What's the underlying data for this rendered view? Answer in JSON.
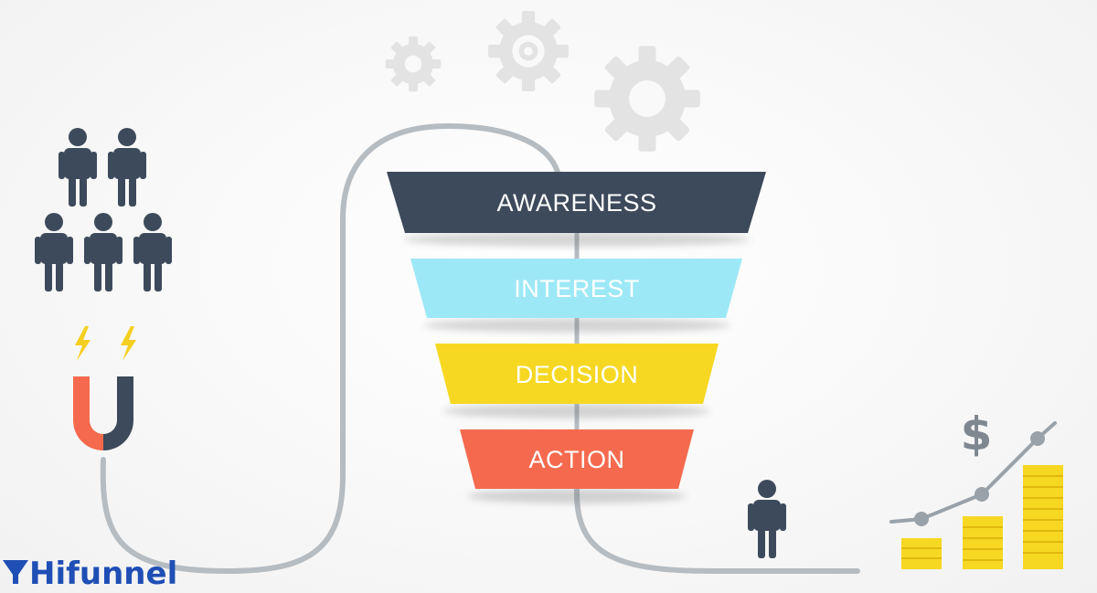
{
  "diagram": {
    "stages": [
      {
        "id": "awareness",
        "label": "AWARENESS",
        "color": "#3d4a5b"
      },
      {
        "id": "interest",
        "label": "INTEREST",
        "color": "#9de8f7"
      },
      {
        "id": "decision",
        "label": "DECISION",
        "color": "#f6d823"
      },
      {
        "id": "action",
        "label": "ACTION",
        "color": "#f56a4e"
      }
    ],
    "currency_symbol": "$",
    "colors": {
      "figure": "#3d4a5b",
      "path": "#b5bcc2",
      "gear": "#e3e3e3",
      "bolt": "#f5cf1f",
      "magnet_red": "#f56a4e",
      "magnet_dark": "#3d4a5b",
      "coin": "#f6d823",
      "coin_line": "#e0b90f",
      "growth_line": "#9aa2a9"
    }
  },
  "brand": {
    "name": "Hifunnel",
    "color": "#1f4fb5"
  }
}
